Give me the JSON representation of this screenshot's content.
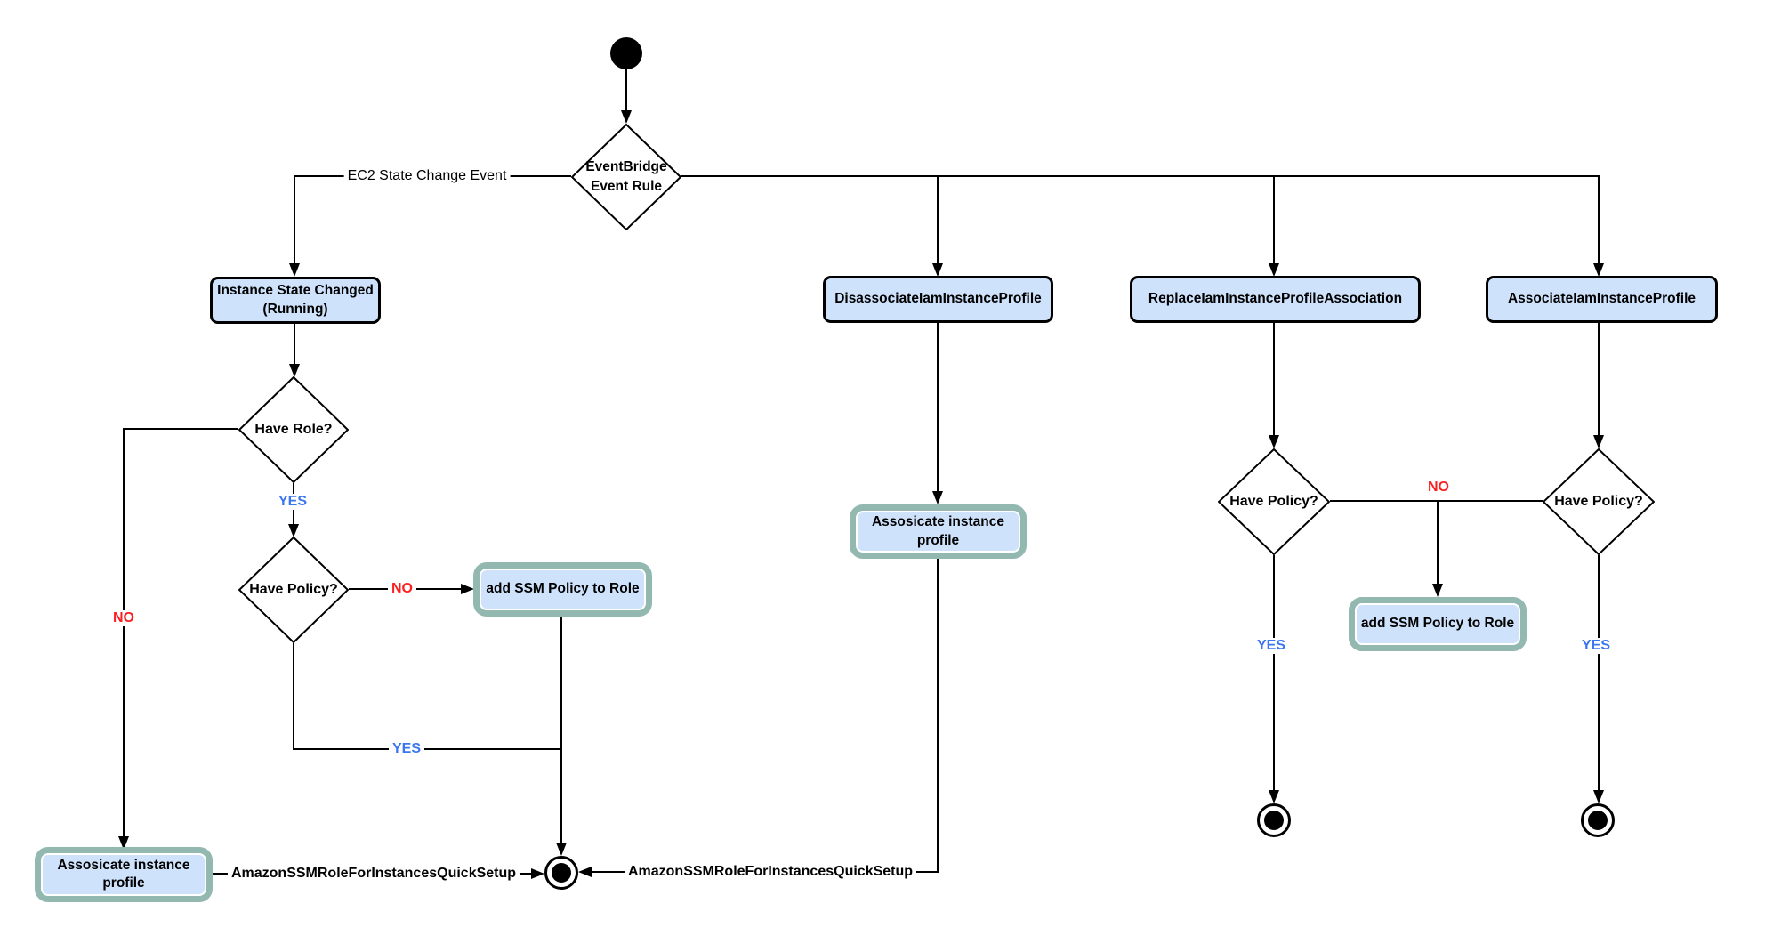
{
  "colors": {
    "line": "#000000",
    "box_fill": "#cfe2fc",
    "box_border": "#000000",
    "special_border": "#93b8b0",
    "yes_label": "#3b76f2",
    "no_label": "#fb2121"
  },
  "nodes": {
    "eventbridge_rule": {
      "line1": "EventBridge",
      "line2": "Event Rule"
    },
    "instance_state_changed": {
      "line1": "Instance State Changed",
      "line2": "(Running)"
    },
    "disassociate": {
      "label": "DisassociateIamInstanceProfile"
    },
    "replace": {
      "label": "ReplaceIamInstanceProfileAssociation"
    },
    "associate": {
      "label": "AssociateIamInstanceProfile"
    },
    "have_role": {
      "label": "Have Role?"
    },
    "have_policy_left": {
      "label": "Have Policy?"
    },
    "have_policy_mid": {
      "label": "Have Policy?"
    },
    "have_policy_right": {
      "label": "Have Policy?"
    },
    "add_ssm_left": {
      "label": "add SSM Policy to Role"
    },
    "add_ssm_right": {
      "label": "add SSM Policy to Role"
    },
    "associate_profile_bottom_left": {
      "line1": "Assosicate instance",
      "line2": "profile"
    },
    "associate_profile_mid": {
      "line1": "Assosicate instance",
      "line2": "profile"
    }
  },
  "edge_labels": {
    "ec2_event": "EC2 State Change Event",
    "role_yes": "YES",
    "role_no": "NO",
    "policy_left_no": "NO",
    "policy_left_yes": "YES",
    "policy_mid_yes": "YES",
    "policy_right_no": "NO",
    "policy_right_yes": "YES",
    "quicksetup_left": "AmazonSSMRoleForInstancesQuickSetup",
    "quicksetup_right": "AmazonSSMRoleForInstancesQuickSetup"
  }
}
